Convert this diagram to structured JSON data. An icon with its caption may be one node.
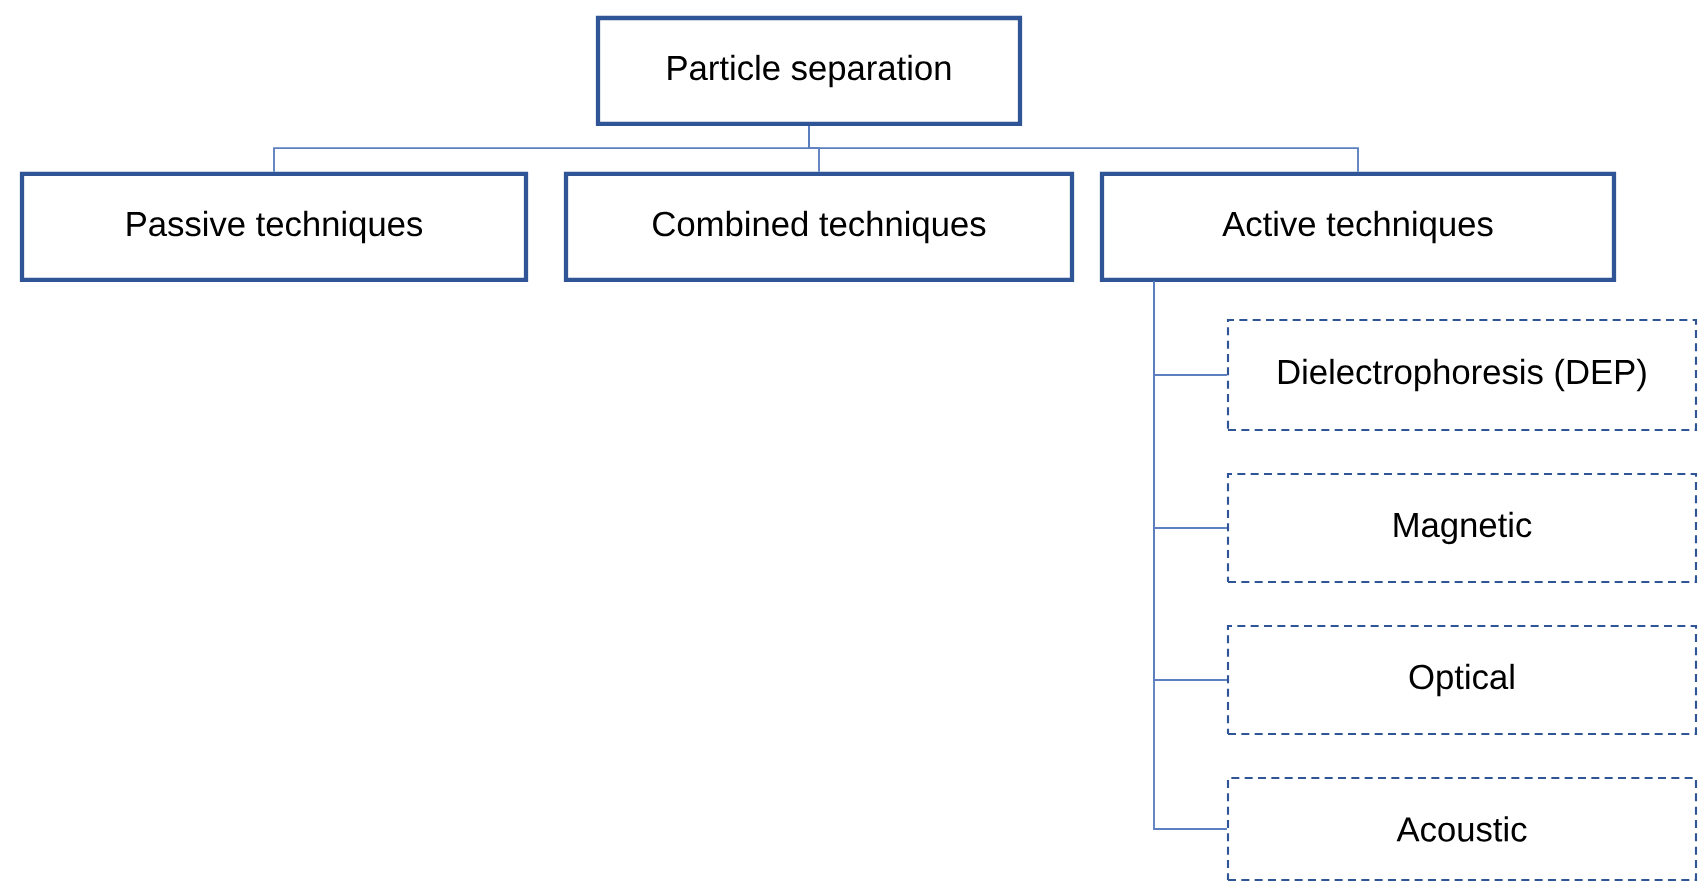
{
  "diagram": {
    "nodes": [
      {
        "text": [
          "Particle separation"
        ]
      },
      {
        "text": [
          "Passive techniques"
        ]
      },
      {
        "text": [
          "Combined techniques"
        ]
      },
      {
        "text": [
          "Active techniques"
        ]
      },
      {
        "text": [
          "Dielectrophoresis (DEP)"
        ]
      },
      {
        "text": [
          "Magnetic"
        ]
      },
      {
        "text": [
          "Optical"
        ]
      },
      {
        "text": [
          "Acoustic"
        ]
      }
    ],
    "edges": [
      {
        "from": 0,
        "to": 1,
        "arrow": "none"
      },
      {
        "from": 0,
        "to": 2,
        "arrow": "none"
      },
      {
        "from": 0,
        "to": 3,
        "arrow": "none"
      },
      {
        "from": 3,
        "to": 4,
        "arrow": "none"
      },
      {
        "from": 3,
        "to": 5,
        "arrow": "none"
      },
      {
        "from": 3,
        "to": 6,
        "arrow": "none"
      },
      {
        "from": 3,
        "to": 7,
        "arrow": "none"
      }
    ]
  }
}
